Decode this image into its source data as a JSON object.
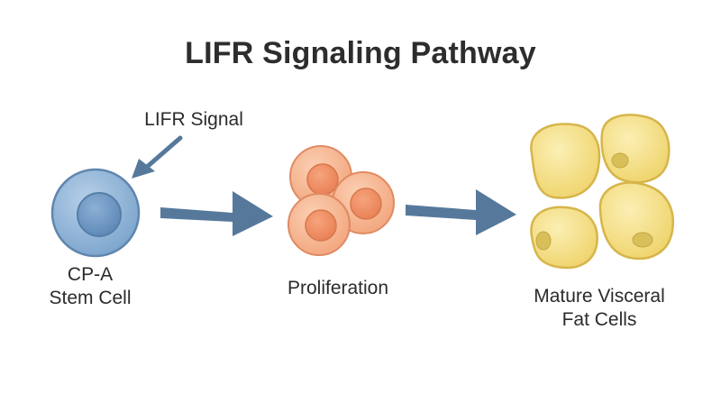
{
  "diagram": {
    "title": "LIFR Signaling Pathway",
    "signal_label": "LIFR Signal",
    "stages": [
      {
        "name": "stem-cell",
        "label_lines": [
          "CP-A",
          "Stem Cell"
        ]
      },
      {
        "name": "proliferation",
        "label_lines": [
          "Proliferation"
        ]
      },
      {
        "name": "fat-cells",
        "label_lines": [
          "Mature Visceral",
          "Fat Cells"
        ]
      }
    ],
    "colors": {
      "stem_cell_fill": "#8fb3d6",
      "stem_cell_nucleus": "#6f98c2",
      "proliferating_cell_fill": "#f4b38e",
      "proliferating_cell_nucleus": "#ee9066",
      "fat_cell_fill": "#f3e08a",
      "fat_cell_nucleus": "#d9bf5a",
      "arrow": "#56799b"
    }
  }
}
